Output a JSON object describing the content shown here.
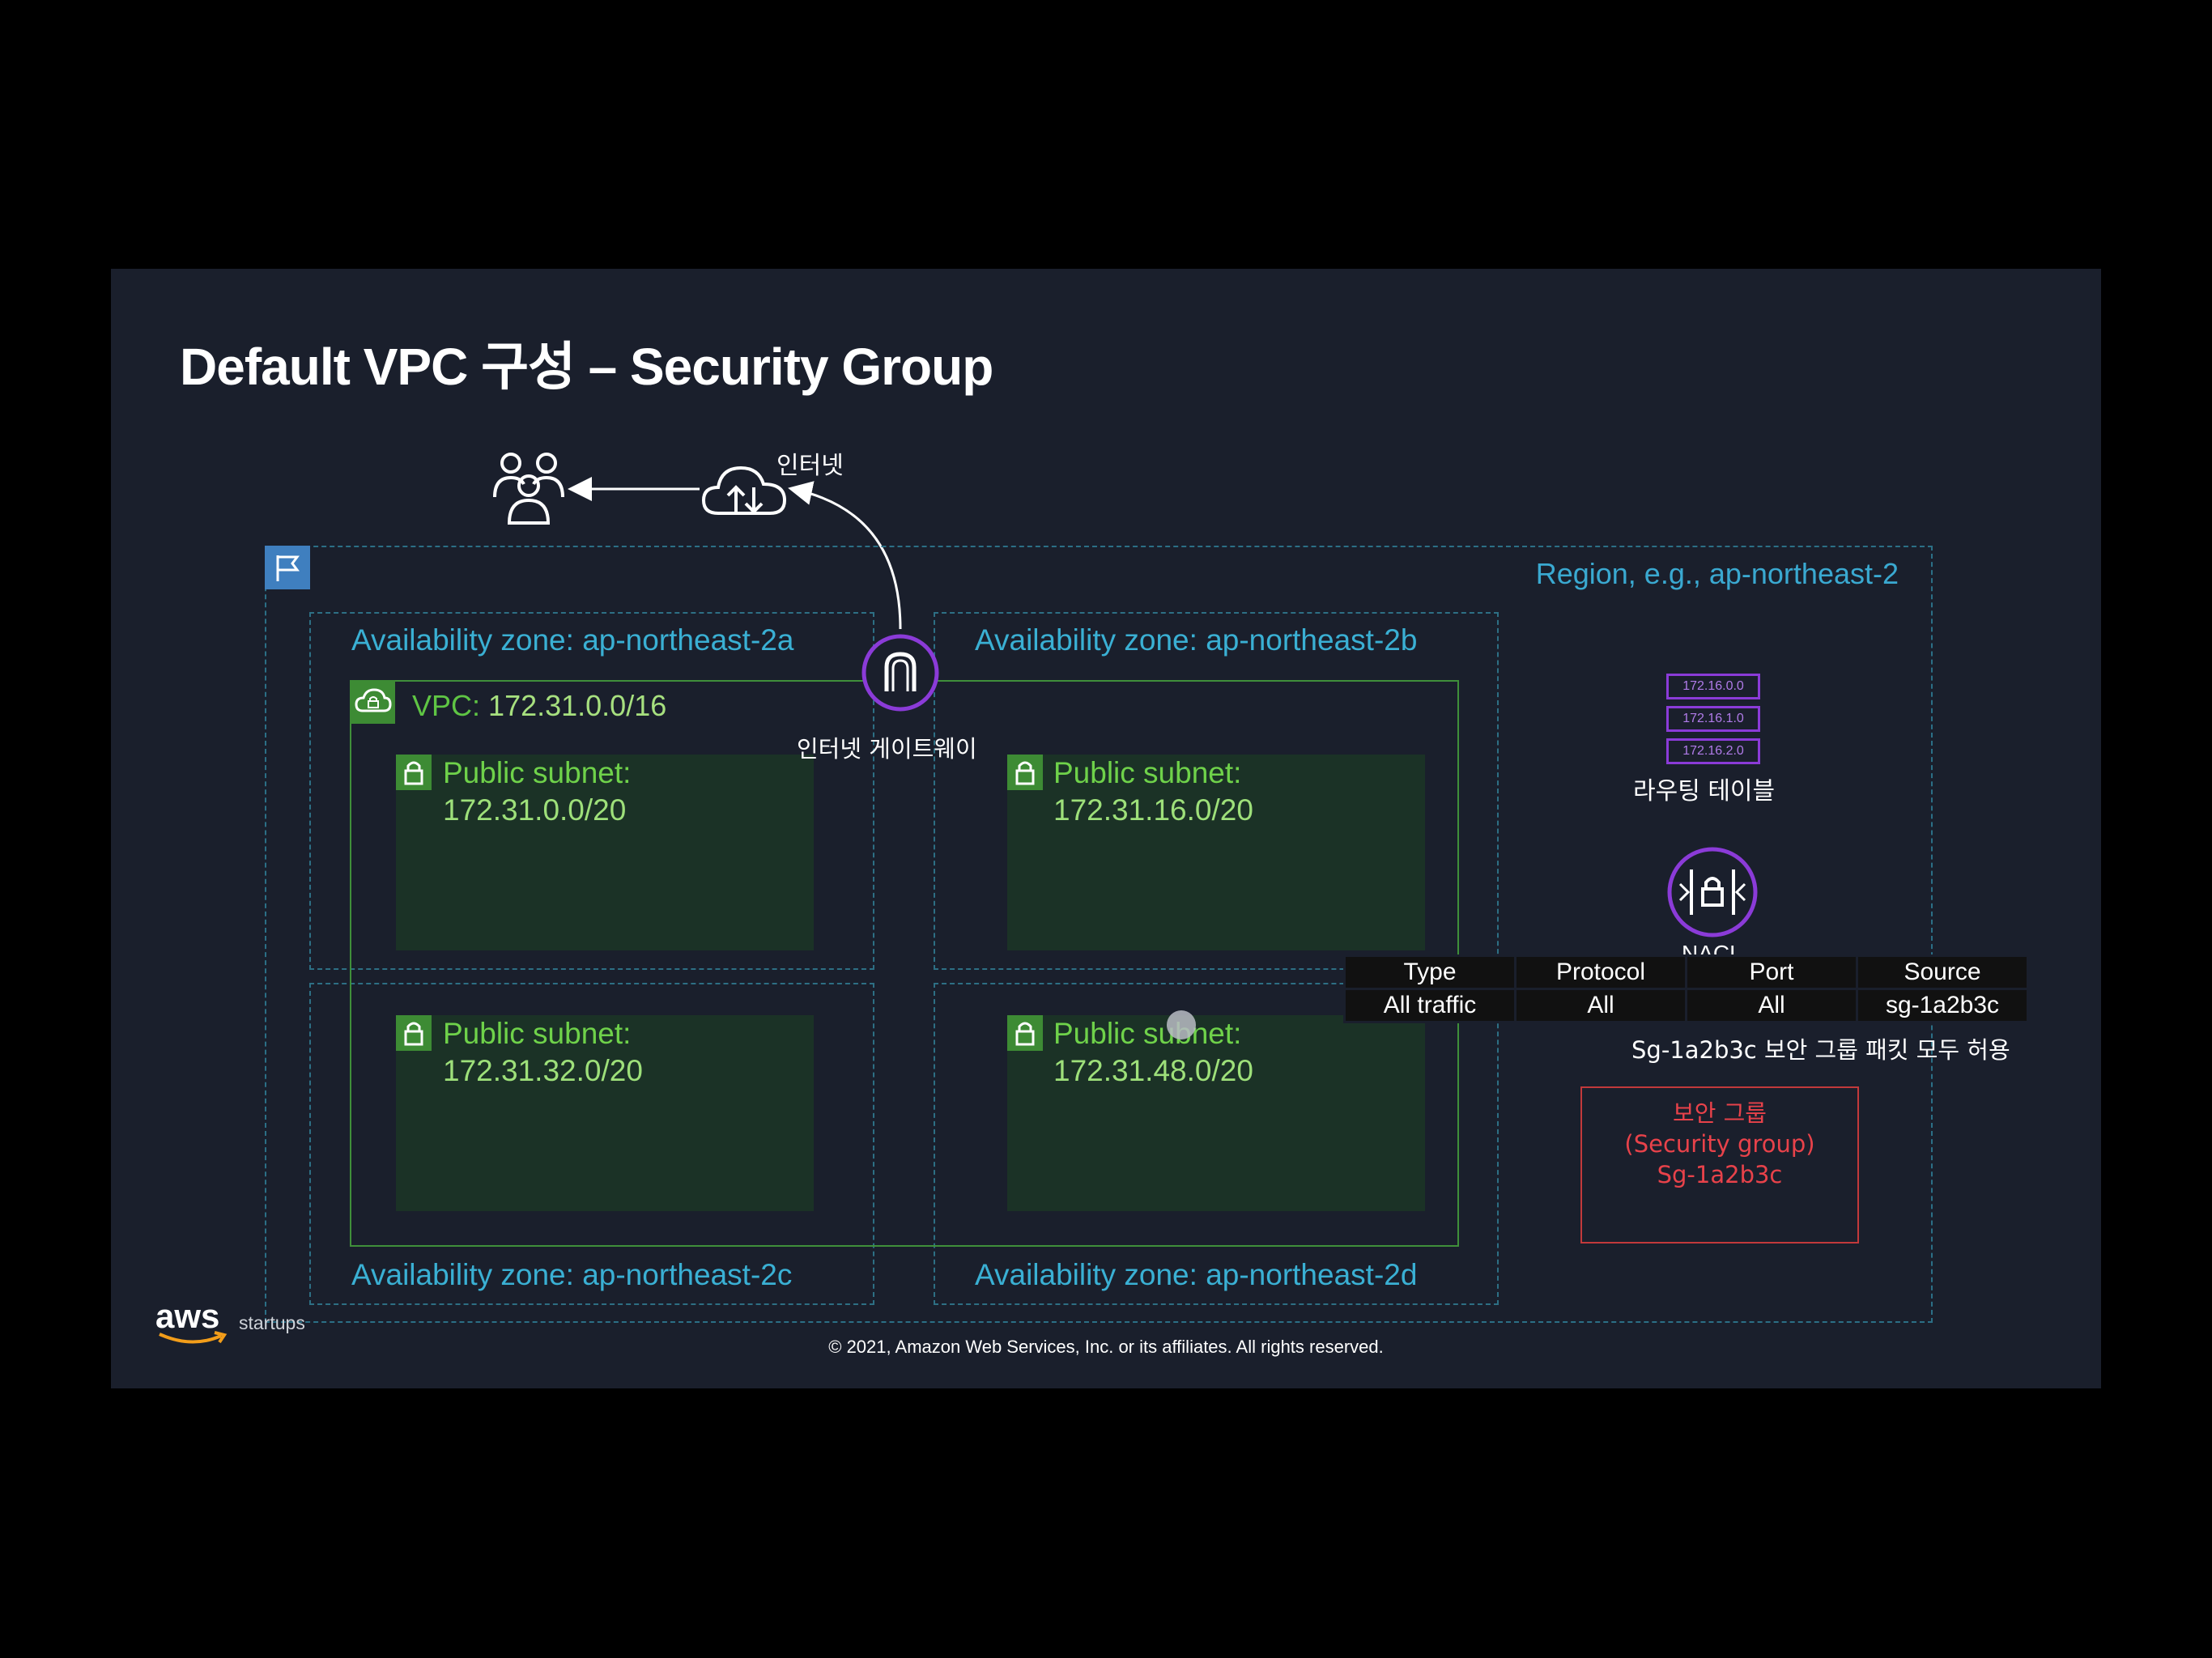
{
  "title": "Default VPC 구성 – Security Group",
  "internet_label": "인터넷",
  "region_label": "Region, e.g., ap-northeast-2",
  "az": {
    "a": "Availability zone: ap-northeast-2a",
    "b": "Availability zone: ap-northeast-2b",
    "c": "Availability zone: ap-northeast-2c",
    "d": "Availability zone: ap-northeast-2d"
  },
  "vpc": {
    "prefix": "VPC:",
    "cidr": "172.31.0.0/16"
  },
  "igw_label": "인터넷 게이트웨이",
  "subnets": [
    {
      "label": "Public subnet:",
      "cidr": "172.31.0.0/20"
    },
    {
      "label": "Public subnet:",
      "cidr": "172.31.16.0/20"
    },
    {
      "label": "Public subnet:",
      "cidr": "172.31.32.0/20"
    },
    {
      "label": "Public subnet:",
      "cidr": "172.31.48.0/20"
    }
  ],
  "routing_table": {
    "rows": [
      "172.16.0.0",
      "172.16.1.0",
      "172.16.2.0"
    ],
    "label": "라우팅 테이블"
  },
  "nacl_label": "NACL",
  "sg_rules": {
    "headers": [
      "Type",
      "Protocol",
      "Port",
      "Source"
    ],
    "row": [
      "All traffic",
      "All",
      "All",
      "sg-1a2b3c"
    ]
  },
  "sg_note": "Sg-1a2b3c 보안 그룹 패킷 모두 허용",
  "security_group": {
    "line1": "보안 그룹",
    "line2": "(Security group)",
    "line3": "Sg-1a2b3c"
  },
  "footer": "© 2021, Amazon Web Services, Inc. or its affiliates. All rights reserved.",
  "brand": {
    "logo": "aws",
    "suffix": "startups"
  },
  "colors": {
    "background": "#1a1f2c",
    "az_border": "#2d6f84",
    "vpc_green": "#3d8b34",
    "igw_purple": "#8b3bd8",
    "sg_red": "#c2393b"
  }
}
